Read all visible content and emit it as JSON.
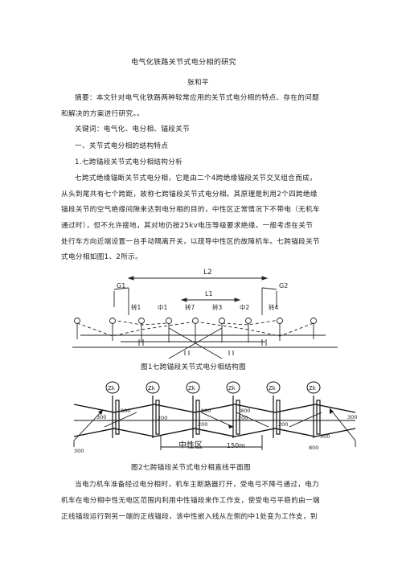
{
  "title": "电气化铁路关节式电分相的研究",
  "author": "张和平",
  "abstract": [
    "摘要：本文针对电气化铁路两种较常应用的关节式电分相的特点、存在的问题",
    "和解决的方案进行研究。。"
  ],
  "keywords": "关键词：电气化、电分相、锚段关节",
  "section1": "一、关节式电分相的结构特点",
  "subsection1": "1.七跨锚段关节式电分相结构分析",
  "para1": [
    "七跨式绝缘锚断关节式电分相，它是由二个4跨绝缘锚段关节交叉组合而成，",
    "从头到尾共有七个跨距，故称七跨锚段关节式电分相。其原理是利用2个四跨绝缘",
    "锚段关节的空气绝缘间隙来达到电分相的目的，中性区正常情况下不带电（无机车",
    "通过时），但不允许接地，其对地仍按25kv电压等级要求绝缘。一般考虑在关节",
    "处行车方向近端设置一台手动隔离开关，以疏导中性区的故障机车。七跨锚段关节",
    "式电分相如图1、2所示。"
  ],
  "figure1": {
    "caption": "图1七跨锚段关节式电分相结构图",
    "label_L2": "L2",
    "label_L1": "L1",
    "label_G1": "G1",
    "label_G2": "G2",
    "pole_labels": [
      "转1",
      "中1",
      "转7",
      "转3",
      "中2",
      "转4"
    ]
  },
  "figure2": {
    "caption": "图2七跨锚段关节式电分相直线平面图",
    "insulator_labels": [
      "Zk",
      "Zk",
      "Zk",
      "Zk",
      "Zk",
      "Zk"
    ],
    "labels_800": [
      "800",
      "800",
      "800",
      "800"
    ],
    "labels_200": [
      "200",
      "200",
      "200",
      "200"
    ],
    "labels_300": [
      "300",
      "300",
      "300",
      "300"
    ],
    "neutral_zone_label": "中性区",
    "neutral_zone_length": "150m"
  },
  "para2": [
    "当电力机车准备经过电分相时，机车主断路器打开，受电弓不降弓通过，电力",
    "机车在电分相中性无电区范围内利用中性锚段来作工作支，使受电弓平稳的由一端",
    "正线锚段运行到另一端的正线锚段，该中性嵌入线从左侧的中1处变为工作支，到"
  ]
}
